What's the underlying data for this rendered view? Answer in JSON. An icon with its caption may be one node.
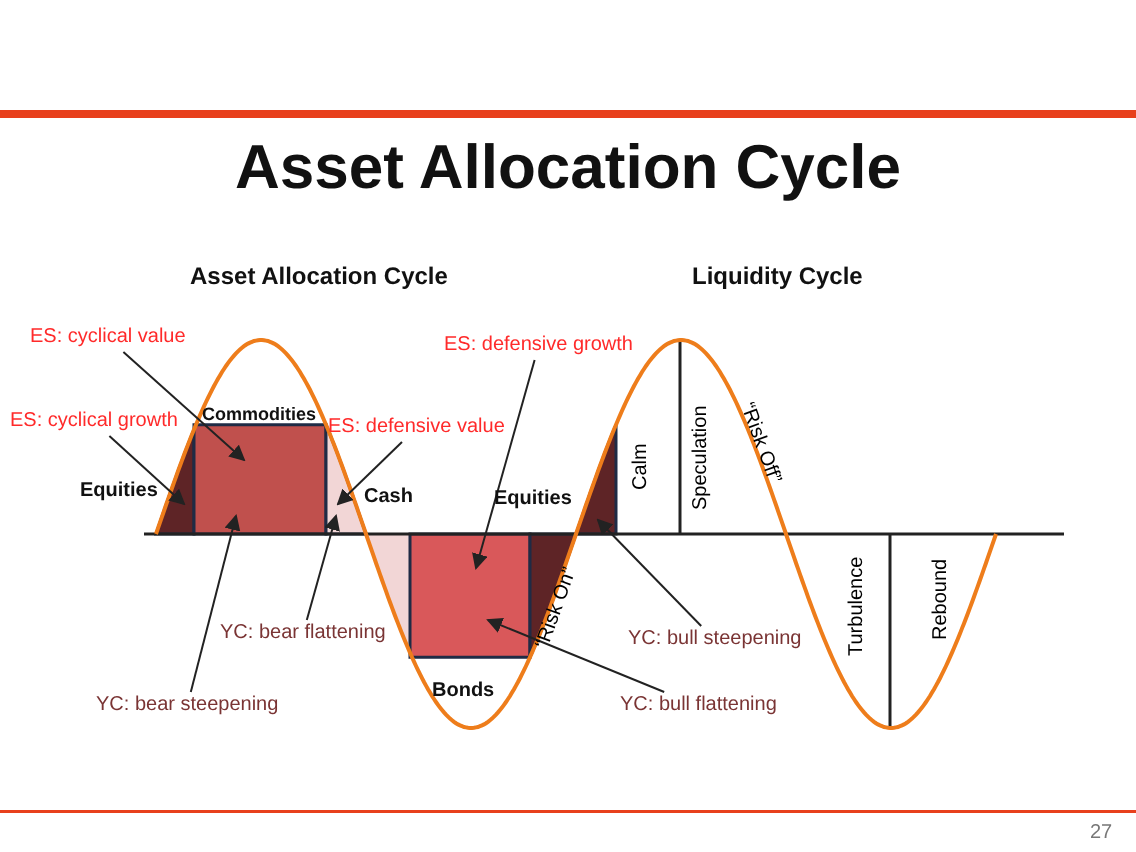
{
  "diagram": {
    "title": "Asset Allocation Cycle",
    "nodes": [
      {
        "text": [
          "ES: cyclical value"
        ]
      },
      {
        "text": [
          "ES: cyclical growth"
        ]
      },
      {
        "text": [
          "ES: defensive value"
        ]
      },
      {
        "text": [
          "ES: defensive growth"
        ]
      },
      {
        "text": [
          "YC: bear flattening"
        ]
      },
      {
        "text": [
          "YC: bear steepening"
        ]
      },
      {
        "text": [
          "YC: bull steepening"
        ]
      },
      {
        "text": [
          "YC: bull flattening"
        ]
      },
      {
        "text": [],
        "shape": "triangle"
      },
      {
        "text": [],
        "shape": "box"
      },
      {
        "text": [],
        "shape": "triangle"
      },
      {
        "text": [],
        "shape": "triangle"
      },
      {
        "text": [],
        "shape": "box"
      },
      {
        "text": [],
        "shape": "triangle"
      },
      {
        "text": [],
        "shape": "triangle"
      }
    ],
    "edges": [
      {
        "from": 0,
        "to": 9,
        "arrow": "to"
      },
      {
        "from": 1,
        "to": 8,
        "arrow": "to"
      },
      {
        "from": 2,
        "to": 10,
        "arrow": "to"
      },
      {
        "from": 3,
        "to": 12,
        "arrow": "to"
      },
      {
        "from": 4,
        "to": 10,
        "arrow": "to"
      },
      {
        "from": 5,
        "to": 9,
        "arrow": "to"
      },
      {
        "from": 6,
        "to": 14,
        "arrow": "to"
      },
      {
        "from": 7,
        "to": 12,
        "arrow": "to"
      }
    ],
    "labels": [
      "Asset Allocation Cycle",
      "Liquidity Cycle",
      "Commodities",
      "Equities",
      "Cash",
      "Calm",
      "Speculation",
      "“Risk Off”",
      "Equities",
      "“Risk On”",
      "Turbulence",
      "Rebound",
      "Bonds",
      "27"
    ]
  }
}
